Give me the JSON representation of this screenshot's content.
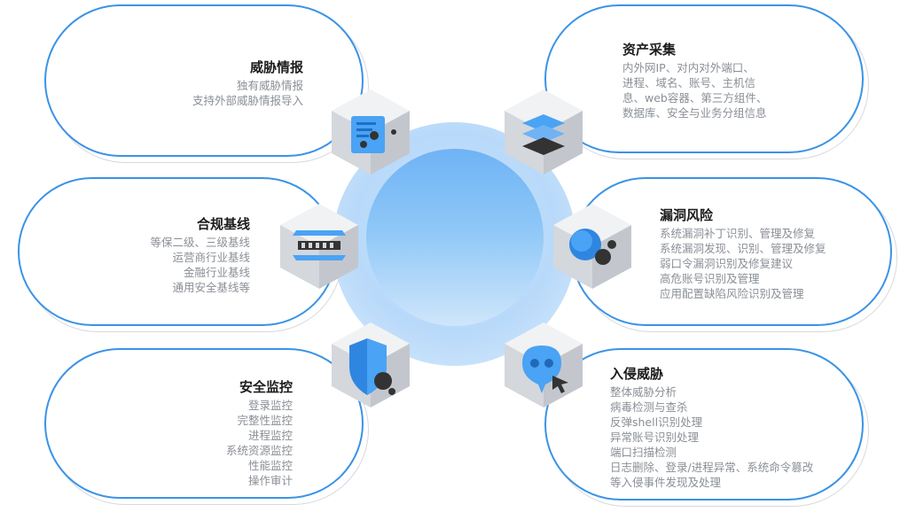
{
  "colors": {
    "accent": "#3a93e6",
    "icon_blue": "#4aa3f5",
    "dark": "#333333"
  },
  "cards": {
    "threat_intel": {
      "title": "威胁情报",
      "lines": [
        "独有威胁情报",
        "支持外部威胁情报导入"
      ],
      "icon": "threat-intel-document-icon"
    },
    "compliance": {
      "title": "合规基线",
      "lines": [
        "等保二级、三级基线",
        "运营商行业基线",
        "金融行业基线",
        "通用安全基线等"
      ],
      "icon": "baseline-rack-icon"
    },
    "security_monitor": {
      "title": "安全监控",
      "lines": [
        "登录监控",
        "完整性监控",
        "进程监控",
        "系统资源监控",
        "性能监控",
        "操作审计"
      ],
      "icon": "shield-icon"
    },
    "asset_collection": {
      "title": "资产采集",
      "lines": [
        "内外网IP、对内对外端口、",
        "进程、域名、账号、主机信",
        "息、web容器、第三方组件、",
        "数据库、安全与业务分组信息"
      ],
      "icon": "layers-icon"
    },
    "vulnerability": {
      "title": "漏洞风险",
      "lines": [
        "系统漏洞补丁识别、管理及修复",
        "系统漏洞发现、识别、管理及修复",
        "弱口令漏洞识别及修复建议",
        "高危账号识别及管理",
        "应用配置缺陷风险识别及管理"
      ],
      "icon": "vulnerability-circle-icon"
    },
    "intrusion": {
      "title": "入侵威胁",
      "lines": [
        "整体威胁分析",
        "病毒检测与查杀",
        "反弹shell识别处理",
        "异常账号识别处理",
        "端口扫描检测",
        "日志删除、登录/进程异常、系统命令篡改",
        "等入侵事件发现及处理"
      ],
      "icon": "intruder-pointer-icon"
    }
  }
}
